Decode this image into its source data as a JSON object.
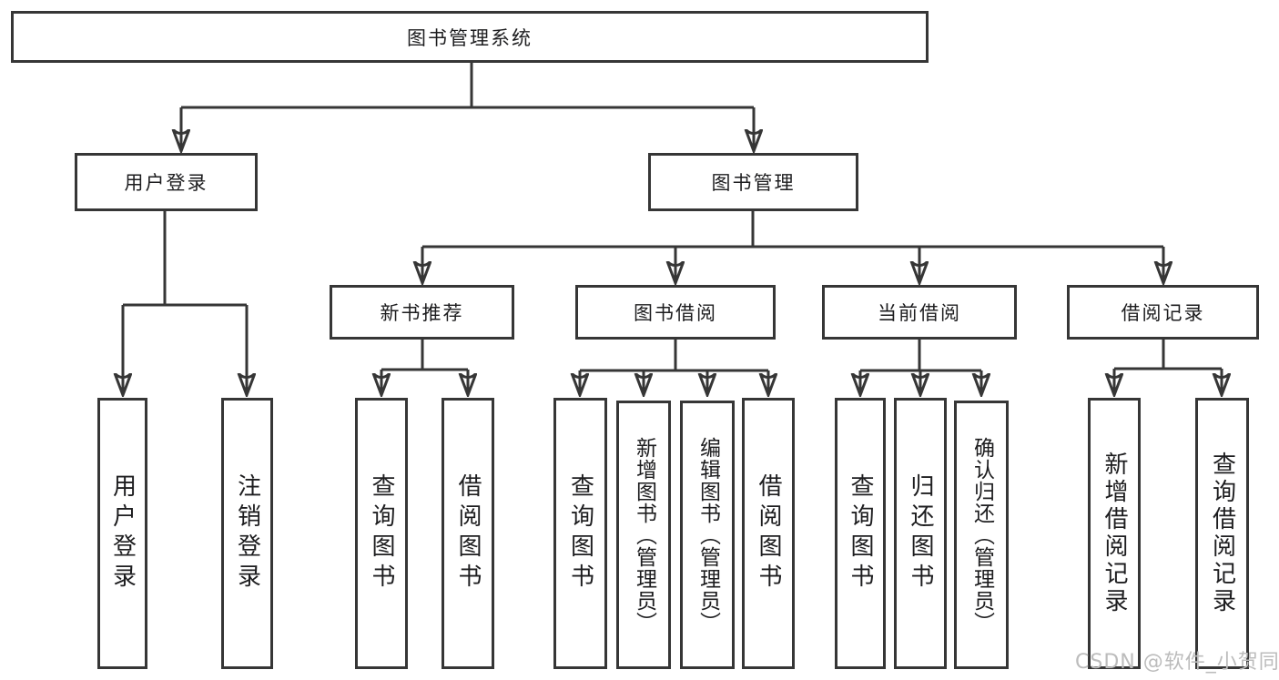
{
  "diagram": {
    "title": "图书管理系统",
    "level2": {
      "user_login": "用户登录",
      "book_mgmt": "图书管理"
    },
    "level3": {
      "new_book_rec": "新书推荐",
      "book_borrow": "图书借阅",
      "current_borrow": "当前借阅",
      "borrow_record": "借阅记录"
    },
    "leaves": {
      "user_login_leaf": "用户登录",
      "logout": "注销登录",
      "rec_query": "查询图书",
      "rec_borrow": "借阅图书",
      "bb_query": "查询图书",
      "bb_add": "新增图书（管理员）",
      "bb_edit": "编辑图书（管理员）",
      "bb_borrow": "借阅图书",
      "cb_query": "查询图书",
      "cb_return": "归还图书",
      "cb_confirm": "确认归还（管理员）",
      "br_add": "新增借阅记录",
      "br_query": "查询借阅记录"
    }
  },
  "watermark": "CSDN @软件_小贺同学",
  "colors": {
    "line": "#363636",
    "text": "#1d1d1f",
    "watermark": "#bcbcbc",
    "background": "#ffffff"
  }
}
